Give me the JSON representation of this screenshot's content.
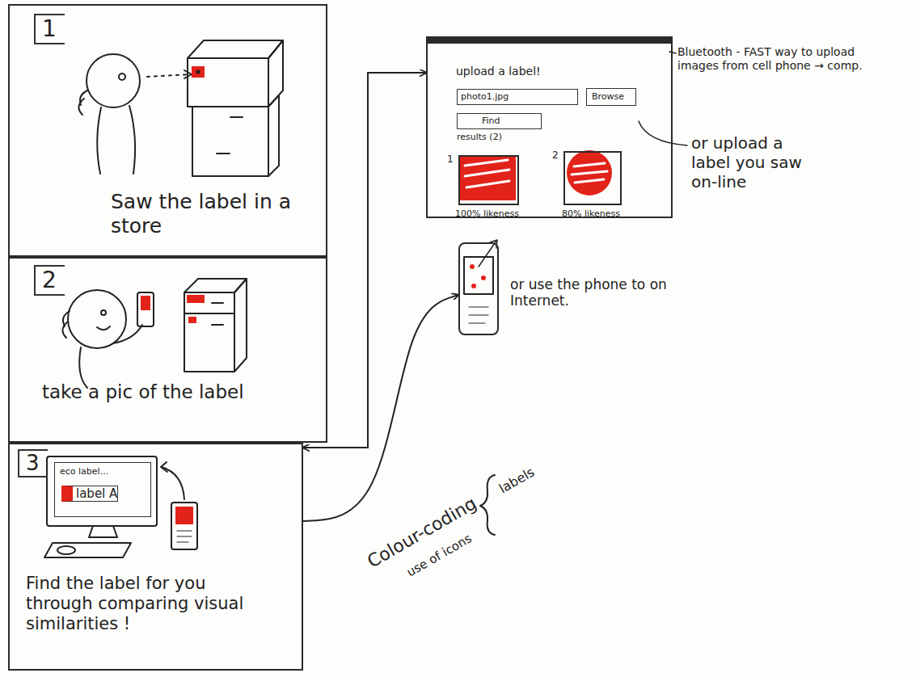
{
  "diagram": {
    "nodes": [
      {
        "text": [
          "1",
          "Saw the label in a store"
        ]
      },
      {
        "text": [
          "2",
          "take a pic of the label"
        ]
      },
      {
        "text": [
          "3",
          "Find the label for you through comparing visual similarities !"
        ]
      },
      {
        "text": [
          "eco label...",
          "label A"
        ],
        "in": 2
      },
      {
        "text": [
          "upload a label!"
        ]
      },
      {
        "text": [
          "photo1.jpg"
        ],
        "in": 4
      },
      {
        "text": [
          "Browse"
        ],
        "in": 4
      },
      {
        "text": [
          "Find"
        ],
        "in": 4
      },
      {
        "text": [
          "1",
          "100% likeness"
        ],
        "in": 4
      },
      {
        "text": [
          "2",
          "80% likeness"
        ],
        "in": 4
      },
      {
        "text": [
          "or use the phone to on Internet."
        ]
      }
    ],
    "edges": [
      {
        "from": 2,
        "to": 4,
        "arrow": "both"
      },
      {
        "from": 2,
        "to": 10,
        "arrow": "to"
      }
    ],
    "labels": [
      "Bluetooth - FAST way to upload images from cell phone → comp.",
      "or upload a label you saw on-line",
      "results (2)",
      "Colour-coding",
      "labels",
      "use of icons"
    ]
  }
}
